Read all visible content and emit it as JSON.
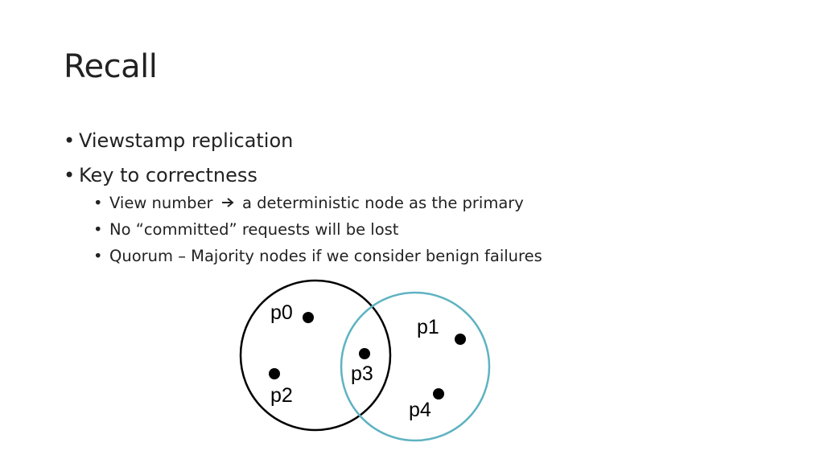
{
  "slide": {
    "title": "Recall",
    "bullets": [
      "Viewstamp replication",
      "Key to correctness"
    ],
    "sub_bullets": {
      "view_number_prefix": "View number",
      "view_number_suffix": "a deterministic node as the primary",
      "committed": "No “committed” requests will be lost",
      "quorum": "Quorum – Majority nodes if we consider benign failures"
    }
  },
  "diagram": {
    "nodes": [
      "p0",
      "p1",
      "p2",
      "p3",
      "p4"
    ],
    "circle_colors": {
      "left": "#000000",
      "right": "#5fb3c1"
    }
  }
}
